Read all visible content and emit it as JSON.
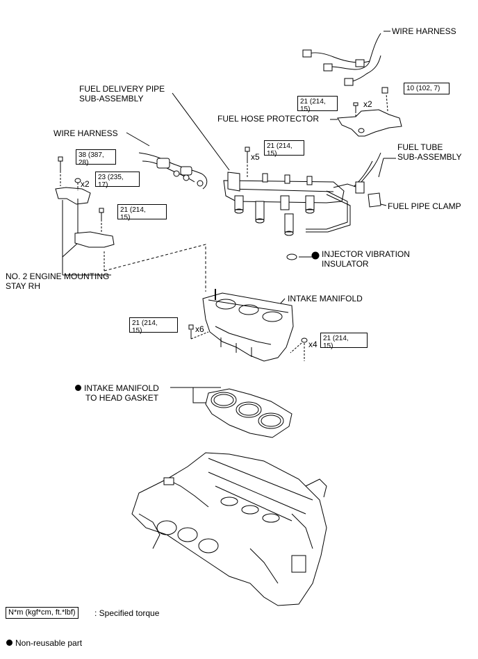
{
  "labels": {
    "wire_harness_top": "WIRE HARNESS",
    "fuel_delivery_pipe_1": "FUEL DELIVERY PIPE",
    "fuel_delivery_pipe_2": "SUB-ASSEMBLY",
    "fuel_hose_protector": "FUEL HOSE PROTECTOR",
    "wire_harness_left": "WIRE HARNESS",
    "fuel_tube_1": "FUEL TUBE",
    "fuel_tube_2": "SUB-ASSEMBLY",
    "fuel_pipe_clamp": "FUEL PIPE CLAMP",
    "injector_vibration_1": "INJECTOR VIBRATION",
    "injector_vibration_2": "INSULATOR",
    "engine_mounting_stay_1": "NO. 2 ENGINE MOUNTING",
    "engine_mounting_stay_2": "STAY RH",
    "intake_manifold": "INTAKE MANIFOLD",
    "manifold_gasket_1": "INTAKE MANIFOLD",
    "manifold_gasket_2": "TO HEAD GASKET"
  },
  "torques": {
    "t10": {
      "line1": "10 (102, 7)",
      "line2": ""
    },
    "t21_protector": {
      "line1": "21 (214,",
      "line2": "15)"
    },
    "t21_delivery": {
      "line1": "21 (214,",
      "line2": "15)"
    },
    "t38": {
      "line1": "38 (387,",
      "line2": "28)"
    },
    "t23": {
      "line1": "23 (235,",
      "line2": "17)"
    },
    "t21_stay": {
      "line1": "21 (214,",
      "line2": "15)"
    },
    "t21_manifold_left": {
      "line1": "21 (214,",
      "line2": "15)"
    },
    "t21_manifold_right": {
      "line1": "21 (214,",
      "line2": "15)"
    }
  },
  "quantities": {
    "protector_bolts": "x2",
    "delivery_bolts": "x5",
    "stay_nuts": "x2",
    "manifold_bolts": "x6",
    "manifold_nuts": "x4"
  },
  "legend": {
    "torque_unit": "N*m (kgf*cm, ft.*lbf)",
    "torque_desc": ": Specified torque",
    "non_reusable": "Non-reusable part"
  }
}
